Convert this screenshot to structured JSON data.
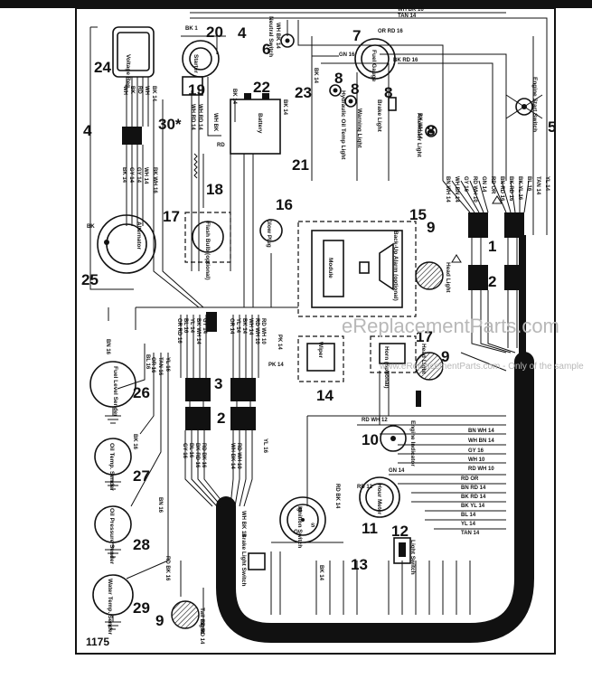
{
  "figure_number": "1175",
  "watermark": {
    "main": "eReplacementParts.com",
    "sub": "www.eReplacementParts.com - Only of the sample"
  },
  "components": [
    {
      "num": "24",
      "label": "Voltage Reg."
    },
    {
      "num": "20",
      "label": ""
    },
    {
      "num": "19",
      "label": "Starter"
    },
    {
      "num": "4",
      "label": ""
    },
    {
      "num": "6",
      "label": "Neutral Switch"
    },
    {
      "num": "7",
      "label": "Fuel Gauge"
    },
    {
      "num": "5",
      "label": "Engine Start Switch"
    },
    {
      "num": "22",
      "label": "Battery"
    },
    {
      "num": "23",
      "label": ""
    },
    {
      "num": "21",
      "label": ""
    },
    {
      "num": "8",
      "label": "Hydraulic Oil Temp Light"
    },
    {
      "num": "8",
      "label": "Warning Light"
    },
    {
      "num": "8",
      "label": "Brake Light"
    },
    {
      "num": "8",
      "label": "Alternator Light"
    },
    {
      "num": "30*",
      "label": ""
    },
    {
      "num": "18",
      "label": ""
    },
    {
      "num": "17",
      "label": "Flash Bulb (optional)"
    },
    {
      "num": "16",
      "label": "Glow Plug"
    },
    {
      "num": "15",
      "label": "Back-Up Alarm (optional)"
    },
    {
      "num": "25",
      "label": "Alternator"
    },
    {
      "num": "9",
      "label": "Head Light"
    },
    {
      "num": "1",
      "label": ""
    },
    {
      "num": "2",
      "label": ""
    },
    {
      "num": "26",
      "label": "Fuel Level Sender"
    },
    {
      "num": "3",
      "label": ""
    },
    {
      "num": "14",
      "label": "Wiper"
    },
    {
      "num": "17",
      "label": "Horn (optional)"
    },
    {
      "num": "9",
      "label": "Head Light"
    },
    {
      "num": "27",
      "label": "Oil Temp. Sender"
    },
    {
      "num": "10",
      "label": "Engine Indicator"
    },
    {
      "num": "11",
      "label": "Hour Meter"
    },
    {
      "num": "28",
      "label": "Oil Pressure Sender"
    },
    {
      "num": "12",
      "label": "Light Switch"
    },
    {
      "num": "13",
      "label": "Ignition Switch"
    },
    {
      "num": "29",
      "label": "Water Temp. Sender"
    },
    {
      "num": "9",
      "label": "Tail Light"
    },
    {
      "num": "",
      "label": "Brake Light Switch"
    }
  ],
  "wire_labels": {
    "top": [
      "WH BK 16",
      "TAN 14",
      "BK 1",
      "WH BK 14",
      "OR RD 16",
      "GN 16",
      "BK RD 16",
      "BK 14"
    ],
    "regulator": [
      "BK",
      "WH",
      "BK",
      "RD",
      "WH",
      "BK 14",
      "BK 14",
      "BK 14",
      "WH RD 14",
      "WH RD 14"
    ],
    "alternator": [
      "BK WH 16",
      "WH 14",
      "GY 14",
      "GY 14",
      "BK WH 14",
      "BK 14",
      "RD",
      "WH BK"
    ],
    "center_bundle": [
      "OR RD 16",
      "BL 16",
      "YL 14",
      "BK WH 14",
      "GY 14",
      "OR 14",
      "YL 14",
      "BK 14",
      "WH 14",
      "RD WH 10",
      "RD WH 10"
    ],
    "right_bundle": [
      "BN WH 14",
      "WH BN 14",
      "GY 16",
      "RD WH 10",
      "GN 14",
      "RD OR",
      "BN RD 16",
      "BK RD 16",
      "BK YL 16",
      "BL 16",
      "TAN 14",
      "YL 14"
    ],
    "lower_right": [
      "RD WH 12",
      "BN WH 14",
      "WH BN 14",
      "GY 16",
      "WH 10",
      "RD WH 10",
      "GN 14",
      "RD OR",
      "BN RD 14",
      "BK RD 14",
      "BK YL 14",
      "BL 14",
      "YL 14",
      "TAN 14"
    ],
    "lower_center": [
      "WH BK 14",
      "RD BK 14",
      "RD 12",
      "BK 14",
      "PK 14",
      "YL 16",
      "GY 16",
      "BL 16",
      "BK RD 16",
      "RD BK 16",
      "WH BK 14",
      "RD WH 10"
    ],
    "sender": [
      "OR 16",
      "TAN 16",
      "BK 16",
      "YL 16",
      "BL 16",
      "BN 16",
      "RD BK 16",
      "BN 16",
      "RD RD 14",
      "PK 14"
    ]
  },
  "ignition_positions": [
    "B",
    "S",
    "G"
  ],
  "module_text": "Module"
}
